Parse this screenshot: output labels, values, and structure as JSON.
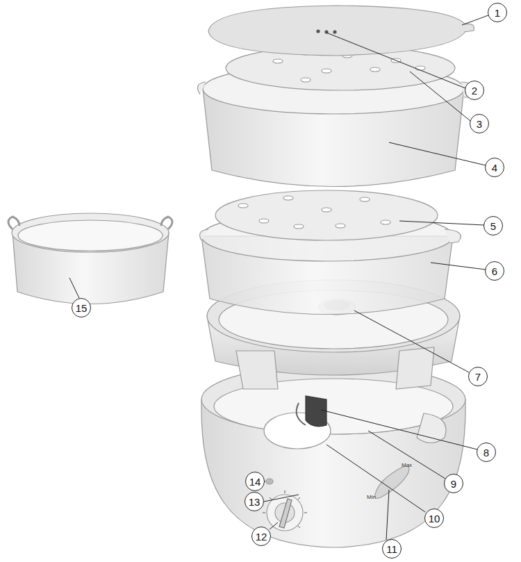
{
  "diagram": {
    "nodes": [
      {
        "text": [
          "1"
        ]
      },
      {
        "text": [
          "2"
        ]
      },
      {
        "text": [
          "3"
        ]
      },
      {
        "text": [
          "4"
        ]
      },
      {
        "text": [
          "5"
        ]
      },
      {
        "text": [
          "6"
        ]
      },
      {
        "text": [
          "7"
        ]
      },
      {
        "text": [
          "8"
        ]
      },
      {
        "text": [
          "9"
        ]
      },
      {
        "text": [
          "10"
        ]
      },
      {
        "text": [
          "11"
        ]
      },
      {
        "text": [
          "12"
        ]
      },
      {
        "text": [
          "13"
        ]
      },
      {
        "text": [
          "14"
        ]
      },
      {
        "text": [
          "15"
        ]
      }
    ],
    "labels": [
      "Max",
      "Min"
    ]
  }
}
